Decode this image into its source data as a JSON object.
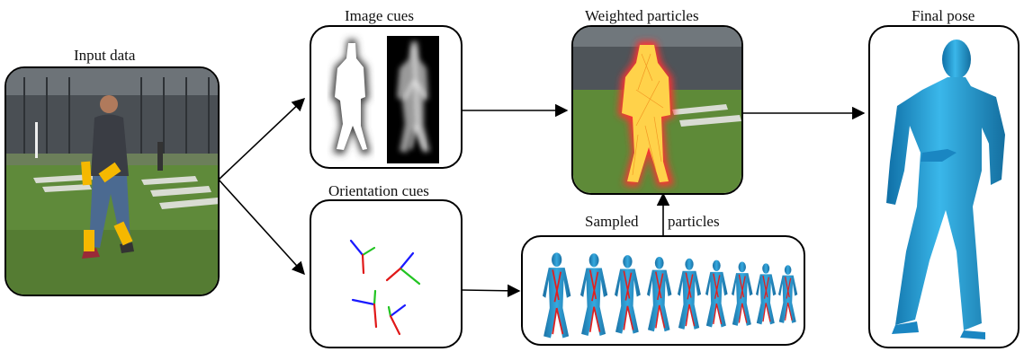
{
  "labels": {
    "input": "Input data",
    "image_cues": "Image cues",
    "weighted": "Weighted particles",
    "final": "Final pose",
    "orientation": "Orientation cues",
    "sampled": "Sampled",
    "particles": "particles"
  },
  "colors": {
    "axis_red": "#e01818",
    "axis_green": "#22c422",
    "axis_blue": "#1a1aff",
    "limb_marker": "#f5b800",
    "body_blue": "#1d9bd6",
    "particle_glow": "#ff4040",
    "particle_fill": "#ffd24a"
  }
}
